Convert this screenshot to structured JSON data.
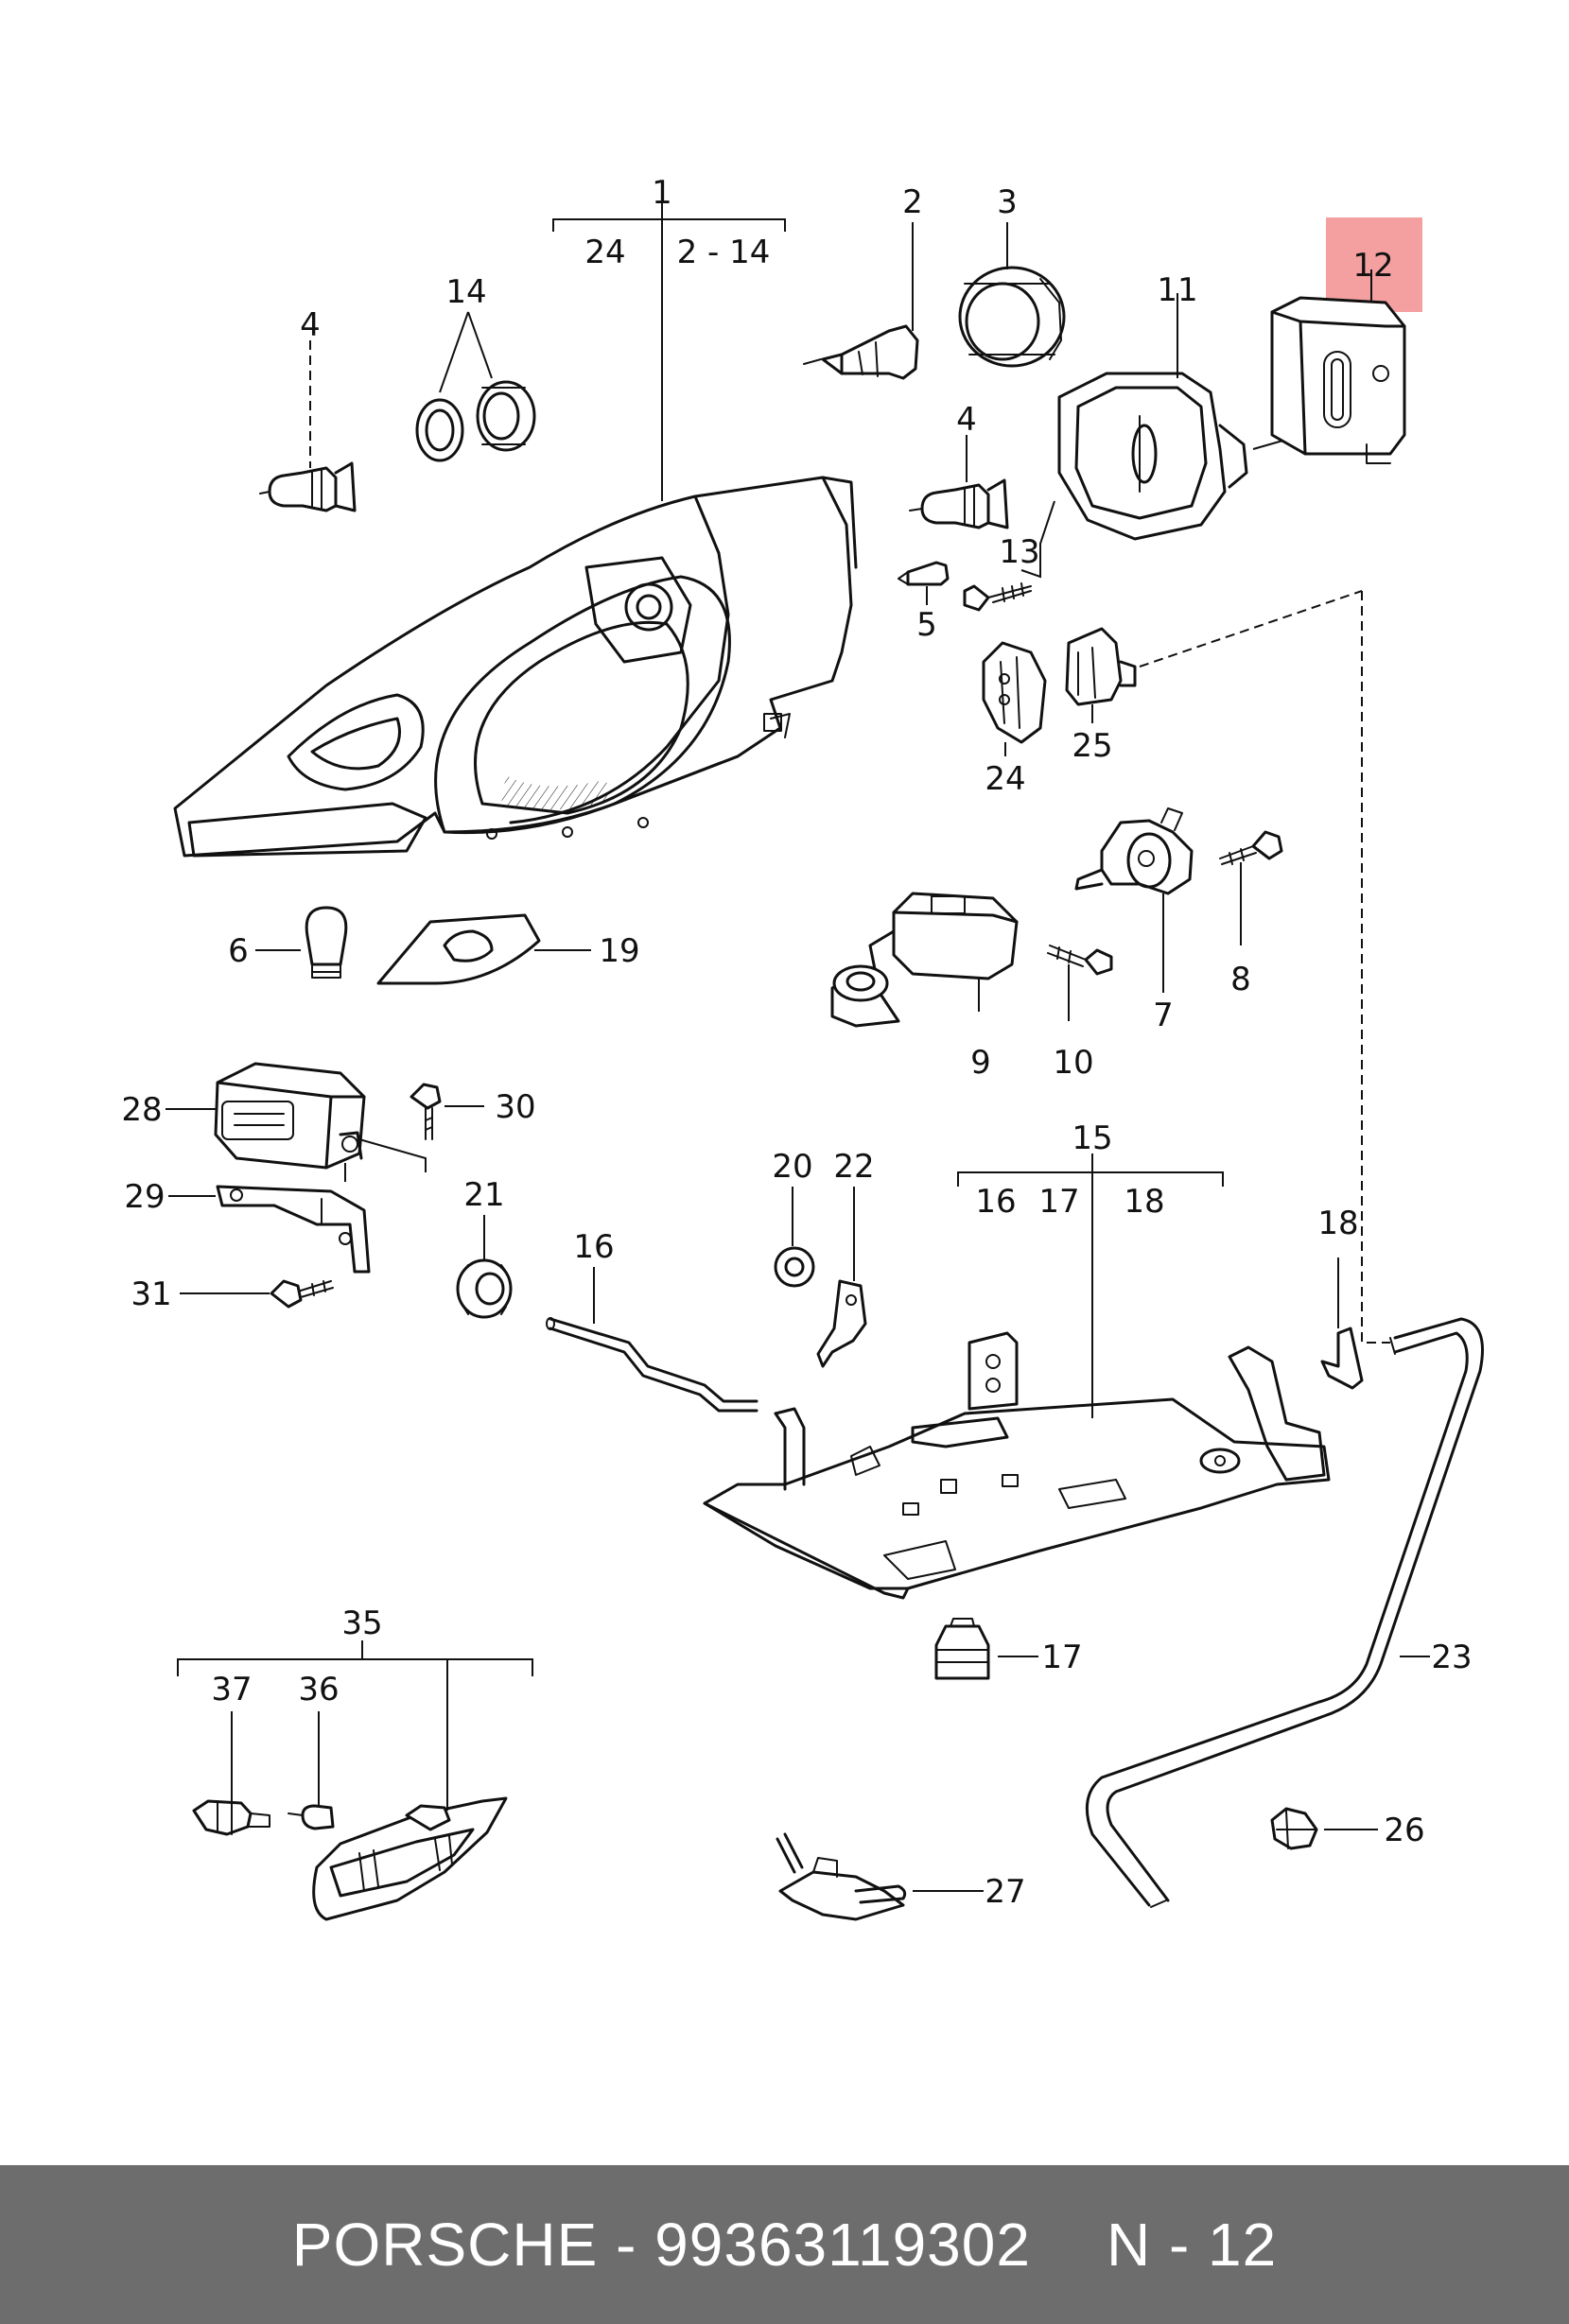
{
  "footer": {
    "brand": "PORSCHE",
    "separator": "-",
    "part_number": "99363119302",
    "position": "N - 12"
  },
  "highlight_color": "#f08080",
  "highlighted_callout": "12",
  "callouts": {
    "c1": "1",
    "c24a": "24",
    "c2_14": "2 - 14",
    "c2": "2",
    "c3": "3",
    "c4a": "4",
    "c14": "14",
    "c11": "11",
    "c12": "12",
    "c4b": "4",
    "c13": "13",
    "c5": "5",
    "c24b": "24",
    "c25": "25",
    "c6": "6",
    "c19": "19",
    "c7": "7",
    "c8": "8",
    "c9": "9",
    "c10": "10",
    "c28": "28",
    "c30": "30",
    "c29": "29",
    "c21": "21",
    "c31": "31",
    "c20": "20",
    "c22": "22",
    "c15": "15",
    "c16a": "16",
    "c17a": "17",
    "c18a": "18",
    "c16b": "16",
    "c18b": "18",
    "c17b": "17",
    "c23": "23",
    "c35": "35",
    "c37": "37",
    "c36": "36",
    "c26": "26",
    "c27": "27"
  }
}
